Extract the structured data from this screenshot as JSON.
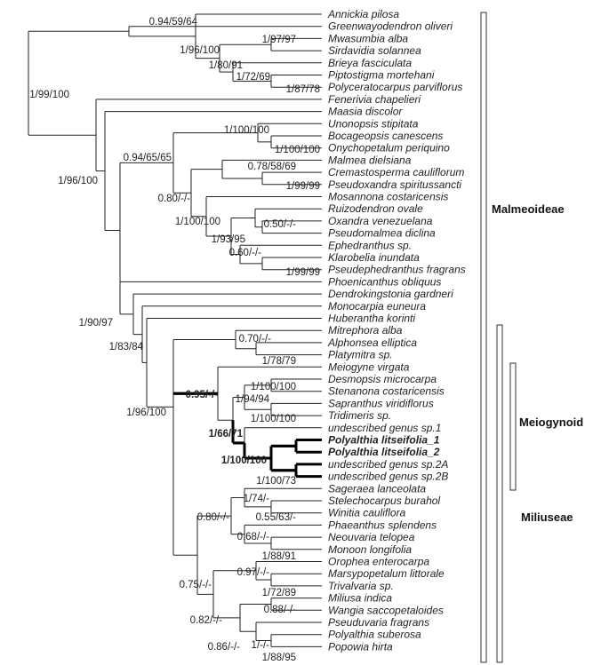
{
  "taxa": [
    {
      "name": "Annickia pilosa"
    },
    {
      "name": "Greenwayodendron oliveri"
    },
    {
      "name": "Mwasumbia alba"
    },
    {
      "name": "Sirdavidia solannea"
    },
    {
      "name": "Brieya fasciculata"
    },
    {
      "name": "Piptostigma mortehani"
    },
    {
      "name": "Polyceratocarpus parviflorus"
    },
    {
      "name": "Fenerivia chapelieri"
    },
    {
      "name": "Maasia discolor"
    },
    {
      "name": "Unonopsis stipitata"
    },
    {
      "name": "Bocageopsis canescens"
    },
    {
      "name": "Onychopetalum periquino"
    },
    {
      "name": "Malmea dielsiana"
    },
    {
      "name": "Cremastosperma cauliflorum"
    },
    {
      "name": "Pseudoxandra spiritussancti"
    },
    {
      "name": "Mosannona costaricensis"
    },
    {
      "name": "Ruizodendron ovale"
    },
    {
      "name": "Oxandra venezuelana"
    },
    {
      "name": "Pseudomalmea diclina"
    },
    {
      "name": "Ephedranthus sp."
    },
    {
      "name": "Klarobelia inundata"
    },
    {
      "name": "Pseudephedranthus fragrans"
    },
    {
      "name": "Phoenicanthus obliquus"
    },
    {
      "name": "Dendrokingstonia gardneri"
    },
    {
      "name": "Monocarpia euneura"
    },
    {
      "name": "Huberantha korinti"
    },
    {
      "name": "Mitrephora alba"
    },
    {
      "name": "Alphonsea elliptica"
    },
    {
      "name": "Platymitra sp."
    },
    {
      "name": "Meiogyne virgata"
    },
    {
      "name": "Desmopsis microcarpa"
    },
    {
      "name": "Stenanona costaricensis"
    },
    {
      "name": "Sapranthus viridiflorus"
    },
    {
      "name": "Tridimeris sp."
    },
    {
      "name": "undescribed genus sp.1"
    },
    {
      "name": "Polyalthia litseifolia_1",
      "bold": true
    },
    {
      "name": "Polyalthia litseifolia_2",
      "bold": true
    },
    {
      "name": "undescribed genus sp.2A"
    },
    {
      "name": "undescribed genus sp.2B"
    },
    {
      "name": "Sageraea lanceolata"
    },
    {
      "name": "Stelechocarpus burahol"
    },
    {
      "name": "Winitia cauliflora"
    },
    {
      "name": "Phaeanthus splendens"
    },
    {
      "name": "Neouvaria telopea"
    },
    {
      "name": "Monoon longifolia"
    },
    {
      "name": "Orophea enterocarpa"
    },
    {
      "name": "Marsypopetalum littorale"
    },
    {
      "name": "Trivalvaria sp."
    },
    {
      "name": "Miliusa indica"
    },
    {
      "name": "Wangia saccopetaloides"
    },
    {
      "name": "Pseuduvaria fragrans"
    },
    {
      "name": "Polyalthia suberosa"
    },
    {
      "name": "Popowia hirta"
    }
  ],
  "supports": [
    {
      "text": "0.94/59/64",
      "bold": false
    },
    {
      "text": "1/96/100",
      "bold": false
    },
    {
      "text": "1/97/97",
      "bold": false
    },
    {
      "text": "1/80/91",
      "bold": false
    },
    {
      "text": "1/72/69",
      "bold": false
    },
    {
      "text": "1/87/78",
      "bold": false
    },
    {
      "text": "1/99/100",
      "bold": false
    },
    {
      "text": "1/100/100",
      "bold": false
    },
    {
      "text": "1/100/100",
      "bold": false
    },
    {
      "text": "0.94/65/65",
      "bold": false
    },
    {
      "text": "0.78/58/69",
      "bold": false
    },
    {
      "text": "1/99/99",
      "bold": false
    },
    {
      "text": "1/96/100",
      "bold": false
    },
    {
      "text": "0.80/-/-",
      "bold": false
    },
    {
      "text": "1/100/100",
      "bold": false
    },
    {
      "text": "0.50/-/-",
      "bold": false
    },
    {
      "text": "1/93/95",
      "bold": false
    },
    {
      "text": "0.60/-/-",
      "bold": false
    },
    {
      "text": "1/99/99",
      "bold": false
    },
    {
      "text": "1/90/97",
      "bold": false
    },
    {
      "text": "1/83/84",
      "bold": false
    },
    {
      "text": "0.70/-/-",
      "bold": false
    },
    {
      "text": "1/78/79",
      "bold": false
    },
    {
      "text": "0.95/-/-",
      "bold": true
    },
    {
      "text": "1/100/100",
      "bold": false
    },
    {
      "text": "1/94/94",
      "bold": false
    },
    {
      "text": "1/100/100",
      "bold": false
    },
    {
      "text": "1/96/100",
      "bold": false
    },
    {
      "text": "1/66/71",
      "bold": true
    },
    {
      "text": "1/100/100",
      "bold": true
    },
    {
      "text": "1/100/73",
      "bold": false
    },
    {
      "text": "1/74/-",
      "bold": false
    },
    {
      "text": "0.80/-/-",
      "bold": false
    },
    {
      "text": "0.55/63/-",
      "bold": false
    },
    {
      "text": "0.68/-/-",
      "bold": false
    },
    {
      "text": "1/88/91",
      "bold": false
    },
    {
      "text": "0.75/-/-",
      "bold": false
    },
    {
      "text": "0.97/-/-",
      "bold": false
    },
    {
      "text": "1/72/89",
      "bold": false
    },
    {
      "text": "0.82/-/-",
      "bold": false
    },
    {
      "text": "0.88/-/-",
      "bold": false
    },
    {
      "text": "0.86/-/-",
      "bold": false
    },
    {
      "text": "1/-/-",
      "bold": false
    },
    {
      "text": "1/88/95",
      "bold": false
    }
  ],
  "clades": [
    {
      "name": "Malmeoideae"
    },
    {
      "name": "Meiogynoid"
    },
    {
      "name": "Miliuseae"
    }
  ]
}
